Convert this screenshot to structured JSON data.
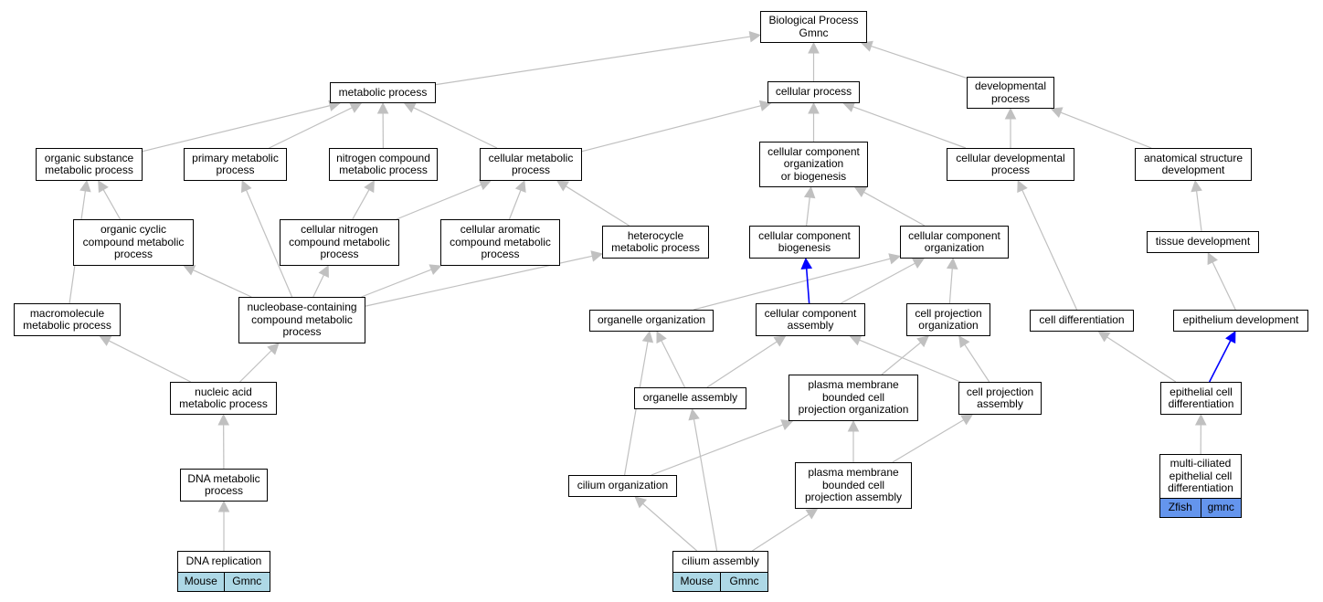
{
  "colors": {
    "edge": "#c0c0c0",
    "edge_highlight": "#0000ff",
    "tag_mouse": "#add8e6",
    "tag_zfish": "#6495ed"
  },
  "nodes": {
    "bp": "Biological Process\nGmnc",
    "metabolic": "metabolic process",
    "cellular_process": "cellular process",
    "developmental": "developmental\nprocess",
    "organic_substance": "organic substance\nmetabolic process",
    "primary_metabolic": "primary metabolic\nprocess",
    "nitrogen_compound": "nitrogen compound\nmetabolic process",
    "cellular_metabolic": "cellular metabolic\nprocess",
    "cc_org_biogenesis": "cellular component\norganization\nor biogenesis",
    "cellular_developmental": "cellular developmental\nprocess",
    "anatomical_structure": "anatomical structure\ndevelopment",
    "organic_cyclic": "organic cyclic\ncompound metabolic\nprocess",
    "cellular_nitrogen": "cellular nitrogen\ncompound metabolic\nprocess",
    "cellular_aromatic": "cellular aromatic\ncompound metabolic\nprocess",
    "heterocycle": "heterocycle\nmetabolic process",
    "cc_biogenesis": "cellular component\nbiogenesis",
    "cc_organization": "cellular component\norganization",
    "tissue_development": "tissue development",
    "macromolecule": "macromolecule\nmetabolic process",
    "nucleobase": "nucleobase-containing\ncompound metabolic\nprocess",
    "organelle_organization": "organelle organization",
    "cc_assembly": "cellular component\nassembly",
    "cell_projection_organization": "cell projection\norganization",
    "cell_differentiation": "cell differentiation",
    "epithelium_development": "epithelium development",
    "nucleic_acid": "nucleic acid\nmetabolic process",
    "organelle_assembly": "organelle assembly",
    "pm_projection_organization": "plasma membrane\nbounded cell\nprojection organization",
    "cell_projection_assembly": "cell projection\nassembly",
    "epithelial_cell_diff": "epithelial cell\ndifferentiation",
    "dna_metabolic": "DNA metabolic\nprocess",
    "cilium_organization": "cilium organization",
    "pm_projection_assembly": "plasma membrane\nbounded cell\nprojection assembly",
    "dna_replication": "DNA replication",
    "cilium_assembly": "cilium assembly",
    "multiciliated": "multi-ciliated\nepithelial cell\ndifferentiation"
  },
  "tags": {
    "dna_replication": [
      "Mouse",
      "Gmnc"
    ],
    "cilium_assembly": [
      "Mouse",
      "Gmnc"
    ],
    "multiciliated": [
      "Zfish",
      "gmnc"
    ]
  },
  "edges": [
    [
      "metabolic",
      "bp",
      "gray"
    ],
    [
      "cellular_process",
      "bp",
      "gray"
    ],
    [
      "developmental",
      "bp",
      "gray"
    ],
    [
      "organic_substance",
      "metabolic",
      "gray"
    ],
    [
      "primary_metabolic",
      "metabolic",
      "gray"
    ],
    [
      "nitrogen_compound",
      "metabolic",
      "gray"
    ],
    [
      "cellular_metabolic",
      "metabolic",
      "gray"
    ],
    [
      "cellular_metabolic",
      "cellular_process",
      "gray"
    ],
    [
      "cc_org_biogenesis",
      "cellular_process",
      "gray"
    ],
    [
      "cellular_developmental",
      "cellular_process",
      "gray"
    ],
    [
      "cellular_developmental",
      "developmental",
      "gray"
    ],
    [
      "anatomical_structure",
      "developmental",
      "gray"
    ],
    [
      "organic_cyclic",
      "organic_substance",
      "gray"
    ],
    [
      "cellular_nitrogen",
      "nitrogen_compound",
      "gray"
    ],
    [
      "cellular_nitrogen",
      "cellular_metabolic",
      "gray"
    ],
    [
      "cellular_aromatic",
      "cellular_metabolic",
      "gray"
    ],
    [
      "heterocycle",
      "cellular_metabolic",
      "gray"
    ],
    [
      "cc_biogenesis",
      "cc_org_biogenesis",
      "gray"
    ],
    [
      "cc_organization",
      "cc_org_biogenesis",
      "gray"
    ],
    [
      "tissue_development",
      "anatomical_structure",
      "gray"
    ],
    [
      "macromolecule",
      "organic_substance",
      "gray"
    ],
    [
      "nucleobase",
      "primary_metabolic",
      "gray"
    ],
    [
      "nucleobase",
      "organic_cyclic",
      "gray"
    ],
    [
      "nucleobase",
      "cellular_nitrogen",
      "gray"
    ],
    [
      "nucleobase",
      "cellular_aromatic",
      "gray"
    ],
    [
      "nucleobase",
      "heterocycle",
      "gray"
    ],
    [
      "organelle_organization",
      "cc_organization",
      "gray"
    ],
    [
      "cc_assembly",
      "cc_biogenesis",
      "blue"
    ],
    [
      "cc_assembly",
      "cc_organization",
      "gray"
    ],
    [
      "cell_projection_organization",
      "cc_organization",
      "gray"
    ],
    [
      "cell_differentiation",
      "cellular_developmental",
      "gray"
    ],
    [
      "epithelium_development",
      "tissue_development",
      "gray"
    ],
    [
      "nucleic_acid",
      "macromolecule",
      "gray"
    ],
    [
      "nucleic_acid",
      "nucleobase",
      "gray"
    ],
    [
      "organelle_assembly",
      "organelle_organization",
      "gray"
    ],
    [
      "organelle_assembly",
      "cc_assembly",
      "gray"
    ],
    [
      "pm_projection_organization",
      "cell_projection_organization",
      "gray"
    ],
    [
      "cell_projection_assembly",
      "cc_assembly",
      "gray"
    ],
    [
      "cell_projection_assembly",
      "cell_projection_organization",
      "gray"
    ],
    [
      "epithelial_cell_diff",
      "cell_differentiation",
      "gray"
    ],
    [
      "epithelial_cell_diff",
      "epithelium_development",
      "blue"
    ],
    [
      "dna_metabolic",
      "nucleic_acid",
      "gray"
    ],
    [
      "cilium_organization",
      "organelle_organization",
      "gray"
    ],
    [
      "cilium_organization",
      "pm_projection_organization",
      "gray"
    ],
    [
      "pm_projection_assembly",
      "pm_projection_organization",
      "gray"
    ],
    [
      "pm_projection_assembly",
      "cell_projection_assembly",
      "gray"
    ],
    [
      "multiciliated",
      "epithelial_cell_diff",
      "gray"
    ],
    [
      "dna_replication",
      "dna_metabolic",
      "gray"
    ],
    [
      "cilium_assembly",
      "cilium_organization",
      "gray"
    ],
    [
      "cilium_assembly",
      "organelle_assembly",
      "gray"
    ],
    [
      "cilium_assembly",
      "pm_projection_assembly",
      "gray"
    ]
  ]
}
